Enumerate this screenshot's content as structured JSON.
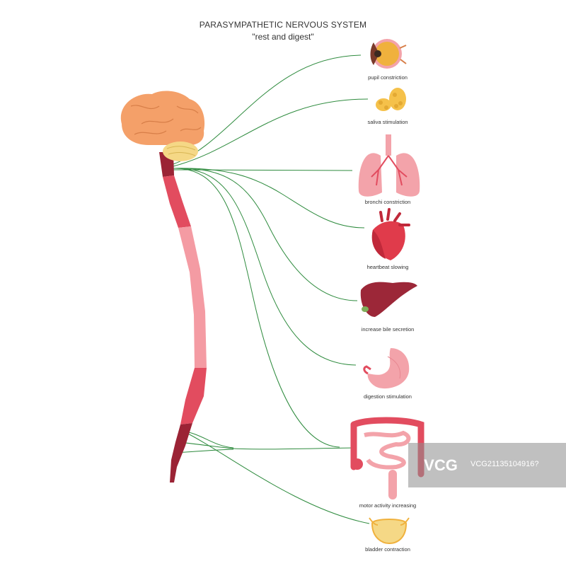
{
  "title": "PARASYMPATHETIC NERVOUS SYSTEM",
  "subtitle": "\"rest and digest\"",
  "labels": {
    "pupil": "pupil constriction",
    "saliva": "saliva stimulation",
    "bronchi": "bronchi constriction",
    "heart": "heartbeat slowing",
    "liver": "increase bile secretion",
    "stomach": "digestion stimulation",
    "intestine": "motor activity increasing",
    "bladder": "bladder contraction"
  },
  "watermark": {
    "logo": "VCG",
    "id": "VCG21135104916?"
  },
  "colors": {
    "nerve": "#2e8b3e",
    "brain": "#f4a069",
    "cerebellum": "#f5d886",
    "spine_dark": "#9b2335",
    "spine_mid": "#e24c5f",
    "spine_light": "#f49ba3",
    "organ_pink": "#f3a3aa",
    "heart": "#e03b4b",
    "liver": "#9c2738",
    "eye": "#f0b13d",
    "gland": "#f5c14a"
  }
}
